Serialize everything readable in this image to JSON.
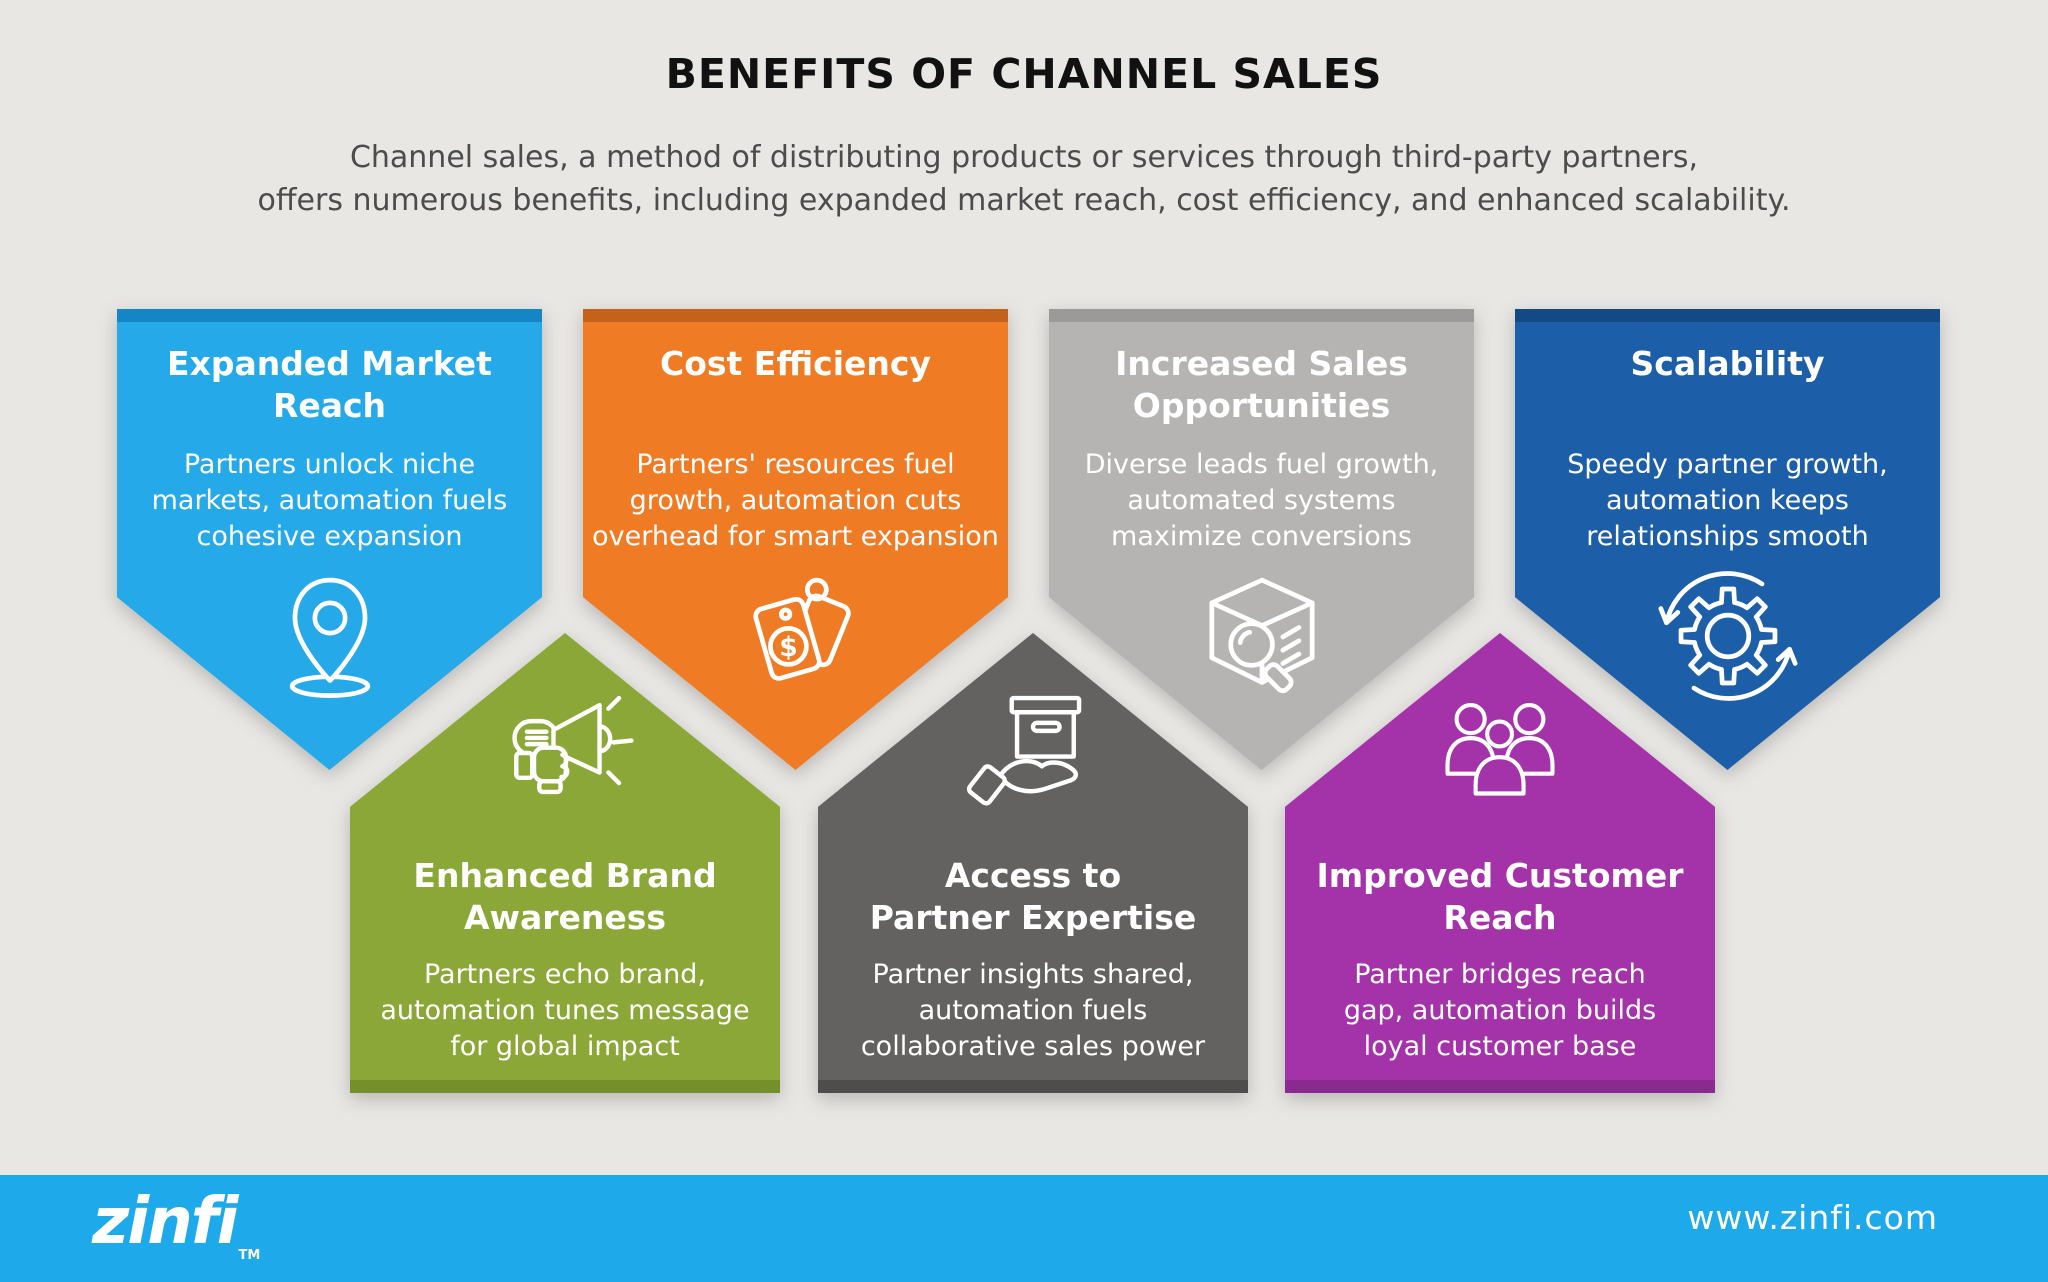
{
  "page": {
    "background": "#e8e7e4"
  },
  "header": {
    "title": "BENEFITS OF CHANNEL SALES",
    "subtitle": "Channel sales, a method of distributing products or services through third-party partners,\noffers numerous benefits, including expanded market reach, cost efficiency, and enhanced scalability."
  },
  "cards": [
    {
      "title": "Expanded Market\nReach",
      "description": "Partners unlock niche\nmarkets, automation fuels\ncohesive expansion",
      "color": "#25a9e9",
      "accent": "#1486c6",
      "icon": "location-pin",
      "row": "top"
    },
    {
      "title": "Cost Efficiency",
      "description": "Partners' resources fuel\ngrowth, automation cuts\noverhead for smart expansion",
      "color": "#f07b25",
      "accent": "#c4621c",
      "icon": "price-tags",
      "row": "top"
    },
    {
      "title": "Increased Sales\nOpportunities",
      "description": "Diverse leads fuel growth,\nautomated systems\nmaximize conversions",
      "color": "#b5b4b2",
      "accent": "#9b9a98",
      "icon": "box-search",
      "row": "top"
    },
    {
      "title": "Scalability",
      "description": "Speedy partner growth,\nautomation keeps\nrelationships smooth",
      "color": "#1c5fa8",
      "accent": "#134a85",
      "icon": "gear-sync",
      "row": "top"
    },
    {
      "title": "Enhanced Brand\nAwareness",
      "description": "Partners echo brand,\nautomation tunes message\nfor global impact",
      "color": "#8ba737",
      "accent": "#75902b",
      "icon": "megaphone",
      "row": "bottom"
    },
    {
      "title": "Access to\nPartner Expertise",
      "description": "Partner insights shared,\nautomation fuels\ncollaborative sales power",
      "color": "#636260",
      "accent": "#4e4d4b",
      "icon": "hand-box",
      "row": "bottom"
    },
    {
      "title": "Improved Customer\nReach",
      "description": "Partner bridges reach\ngap, automation builds\nloyal customer base",
      "color": "#a433a9",
      "accent": "#8a2a8f",
      "icon": "people-group",
      "row": "bottom"
    }
  ],
  "footer": {
    "logo_text": "zinfi",
    "trademark": "TM",
    "website": "www.zinfi.com",
    "bar_color": "#1ea9eb"
  }
}
